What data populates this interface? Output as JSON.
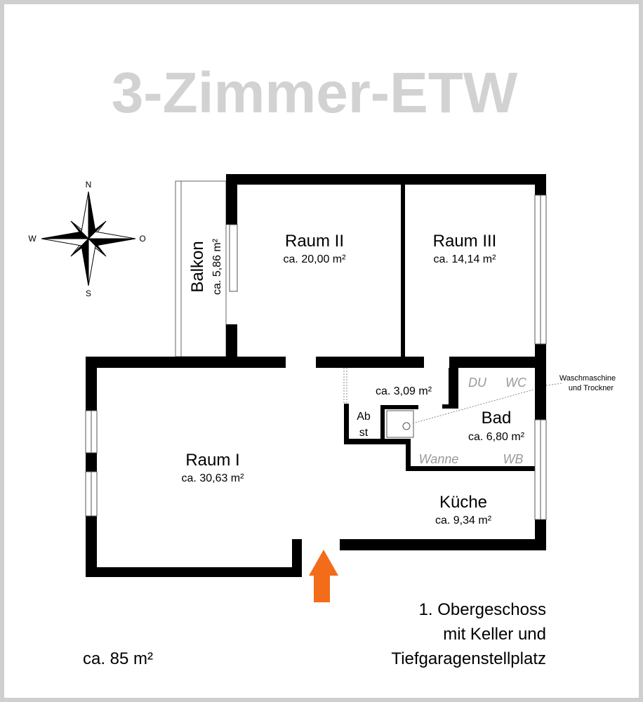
{
  "title": "3-Zimmer-ETW",
  "compass": {
    "n": "N",
    "s": "S",
    "w": "W",
    "o": "O"
  },
  "rooms": {
    "raum1": {
      "name": "Raum I",
      "area": "ca. 30,63 m²"
    },
    "raum2": {
      "name": "Raum II",
      "area": "ca. 20,00 m²"
    },
    "raum3": {
      "name": "Raum III",
      "area": "ca. 14,14 m²"
    },
    "balkon": {
      "name": "Balkon",
      "area": "ca. 5,86 m²"
    },
    "flur": {
      "area": "ca. 3,09 m²"
    },
    "abst": {
      "line1": "Ab",
      "line2": "st"
    },
    "bad": {
      "name": "Bad",
      "area": "ca. 6,80 m²"
    },
    "kueche": {
      "name": "Küche",
      "area": "ca. 9,34 m²"
    }
  },
  "fixtures": {
    "du": "DU",
    "wc": "WC",
    "wanne": "Wanne",
    "wb": "WB"
  },
  "annotation": {
    "line1": "Waschmaschine",
    "line2": "und Trockner"
  },
  "info": {
    "line1": "1. Obergeschoss",
    "line2": "mit Keller und",
    "line3": "Tiefgaragenstellplatz"
  },
  "total_area": "ca. 85 m²",
  "colors": {
    "entrance_arrow": "#f26c1a",
    "title": "#d2d2d2"
  }
}
